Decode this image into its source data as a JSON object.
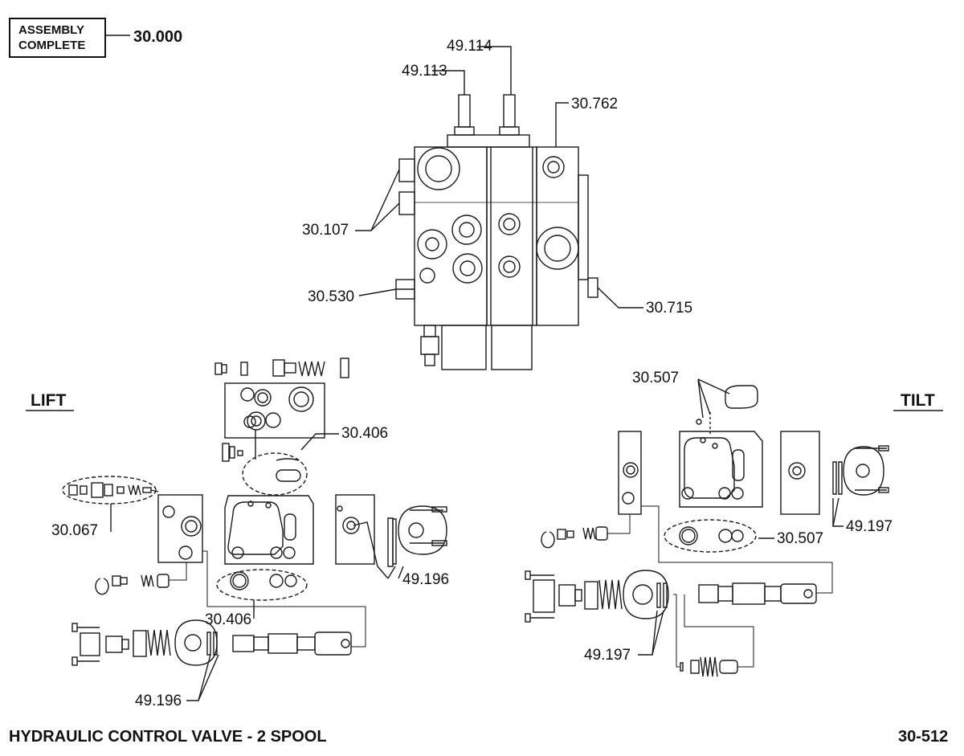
{
  "header": {
    "assembly_line1": "ASSEMBLY",
    "assembly_line2": "COMPLETE",
    "assembly_number": "30.000"
  },
  "sections": {
    "lift": "LIFT",
    "tilt": "TILT"
  },
  "callouts": {
    "p49_114": "49.114",
    "p49_113": "49.113",
    "p30_762": "30.762",
    "p30_107": "30.107",
    "p30_530": "30.530",
    "p30_715": "30.715",
    "p30_406_top": "30.406",
    "p30_067": "30.067",
    "p49_196_mid": "49.196",
    "p30_406_bottom": "30.406",
    "p49_196_bottom": "49.196",
    "p30_507_top": "30.507",
    "p49_197_right": "49.197",
    "p30_507_mid": "30.507",
    "p49_197_bottom": "49.197"
  },
  "footer": {
    "title": "HYDRAULIC CONTROL VALVE - 2 SPOOL",
    "page_number": "30-512"
  }
}
